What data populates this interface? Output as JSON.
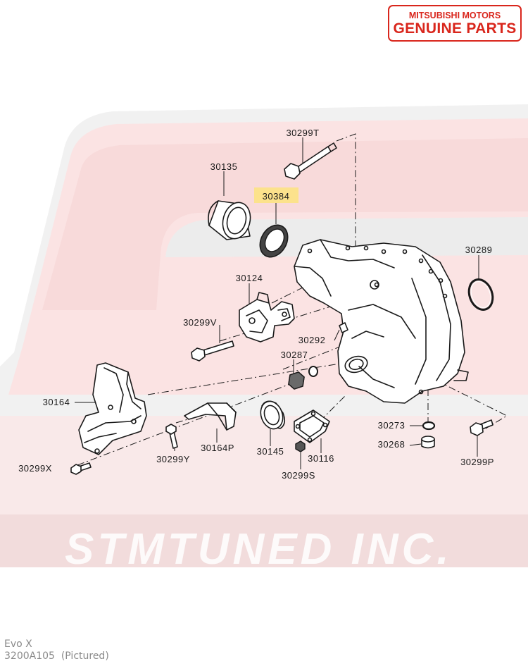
{
  "brand": {
    "line1": "MITSUBISHI MOTORS",
    "line2": "GENUINE PARTS"
  },
  "watermark": {
    "text": "STMTUNED INC."
  },
  "callouts": [
    {
      "id": "30299T"
    },
    {
      "id": "30135"
    },
    {
      "id": "30384",
      "highlighted": true
    },
    {
      "id": "30289"
    },
    {
      "id": "30124"
    },
    {
      "id": "30299V"
    },
    {
      "id": "30292"
    },
    {
      "id": "30287"
    },
    {
      "id": "30164"
    },
    {
      "id": "30299Y"
    },
    {
      "id": "30164P"
    },
    {
      "id": "30145"
    },
    {
      "id": "30116"
    },
    {
      "id": "30299X"
    },
    {
      "id": "30299S"
    },
    {
      "id": "30273"
    },
    {
      "id": "30268"
    },
    {
      "id": "30299P"
    }
  ],
  "footer": {
    "model": "Evo X",
    "part_ref": "3200A105  (Pictured)"
  },
  "colors": {
    "brand_red": "#d9261c",
    "highlight": "#fce28c",
    "watermark": "#e8e8e8",
    "watermark_tint": "#fbe5e5"
  }
}
